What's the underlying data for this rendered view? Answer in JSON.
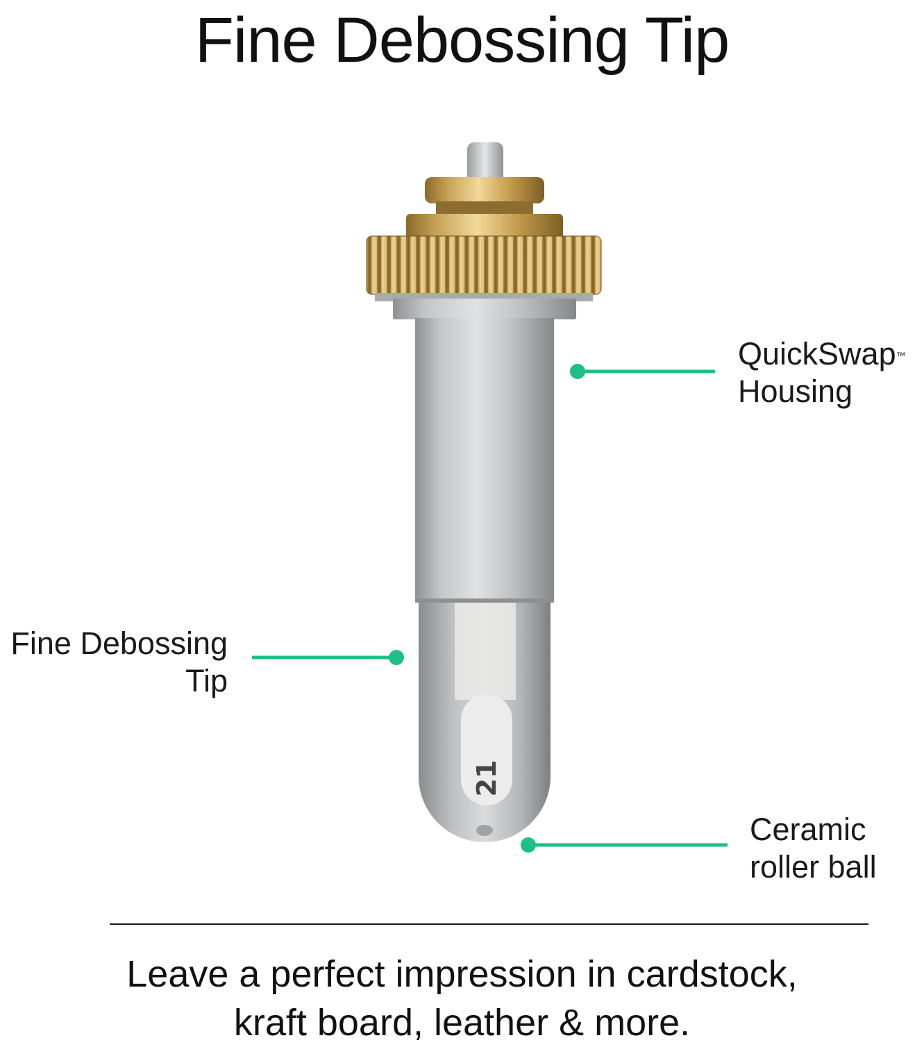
{
  "title": "Fine Debossing Tip",
  "callouts": {
    "housing": {
      "line1": "QuickSwap",
      "trademark": "™",
      "line2": "Housing"
    },
    "tip": {
      "line1": "Fine Debossing",
      "line2": "Tip"
    },
    "ball": {
      "line1": "Ceramic",
      "line2": "roller ball"
    }
  },
  "tip_number": "21",
  "caption": {
    "line1": "Leave a perfect impression in cardstock,",
    "line2": "kraft board, leather & more."
  },
  "colors": {
    "accent": "#1dbf85",
    "gold": "#c9a24f",
    "silver": "#b9bbbc",
    "text": "#111111"
  }
}
